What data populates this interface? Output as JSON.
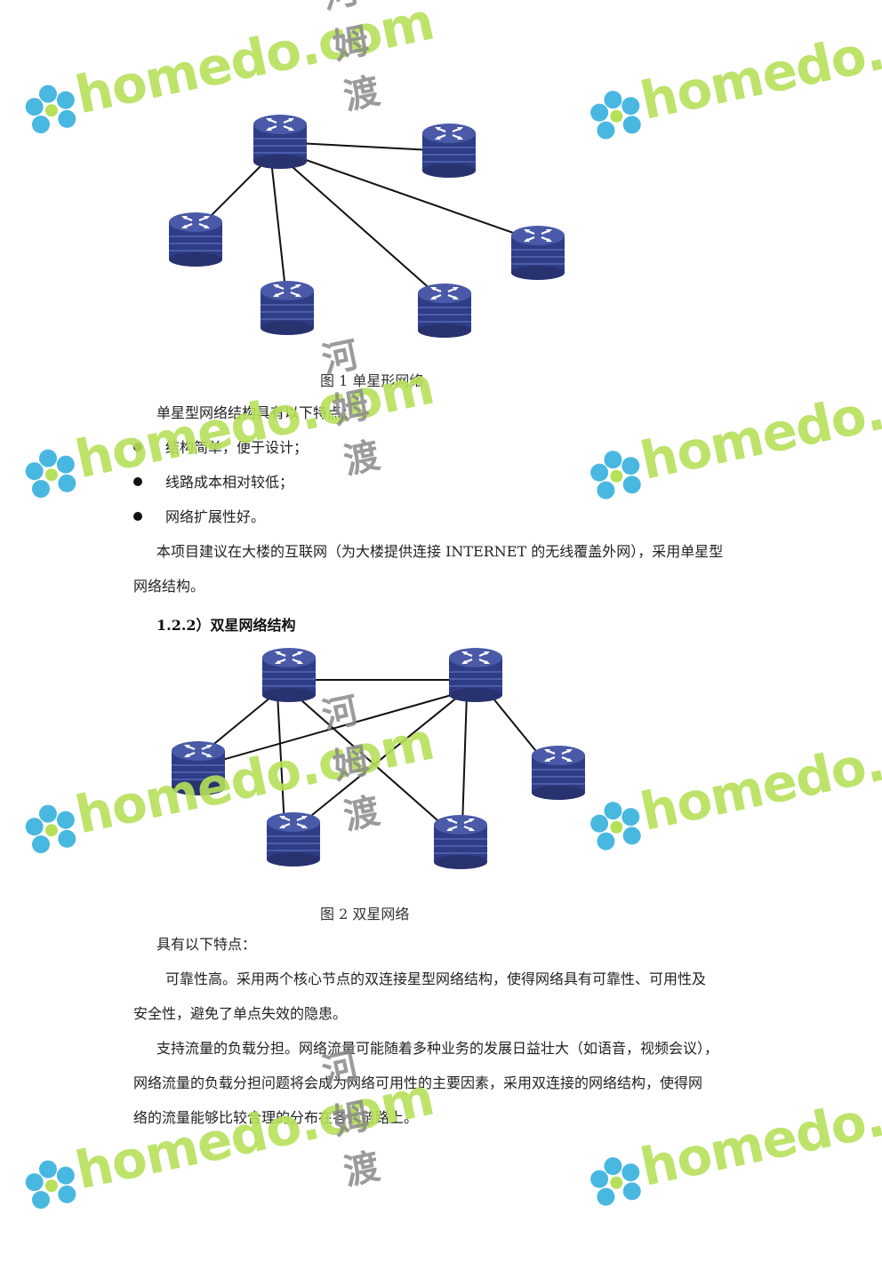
{
  "diagram1": {
    "caption": "图 1 单星形网络"
  },
  "section1": {
    "intro": "单星型网络结构具有以下特点：",
    "bullets": [
      "结构简单，便于设计；",
      "线路成本相对较低；",
      "网络扩展性好。"
    ],
    "para_line1": "本项目建议在大楼的互联网（为大楼提供连接 INTERNET 的无线覆盖外网），采用单星型",
    "para_line2": "网络结构。"
  },
  "section2": {
    "heading": "1.2.2）双星网络结构"
  },
  "diagram2": {
    "caption": "图 2   双星网络"
  },
  "section3": {
    "intro": "具有以下特点：",
    "p1_line1": "可靠性高。采用两个核心节点的双连接星型网络结构，使得网络具有可靠性、可用性及",
    "p1_line2": "安全性，避免了单点失效的隐患。",
    "p2_line1": "支持流量的负载分担。网络流量可能随着多种业务的发展日益壮大（如语音，视频会议），",
    "p2_line2": "网络流量的负载分担问题将会成为网络可用性的主要因素，采用双连接的网络结构，使得网",
    "p2_line3": "络的流量能够比较合理的分布在各条链路上。"
  },
  "watermark": {
    "brand": "homedo.com",
    "brand_cn": "河姆渡"
  },
  "colors": {
    "router_top": "#4a5aa8",
    "router_body": "#2f3c86",
    "watermark_green": "#b6e05a",
    "flower_blue": "#49b8e0"
  }
}
